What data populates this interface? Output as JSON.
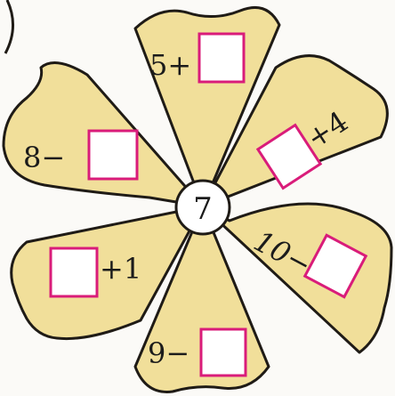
{
  "center": {
    "value": "7"
  },
  "petals": [
    {
      "expr": "5+"
    },
    {
      "expr": "+4"
    },
    {
      "expr": "10−"
    },
    {
      "expr": "9−"
    },
    {
      "expr": "+1"
    },
    {
      "expr": "8−"
    }
  ],
  "colors": {
    "petal": "#f1df9a",
    "box": "#d91c7a",
    "outline": "#1f1b16"
  }
}
